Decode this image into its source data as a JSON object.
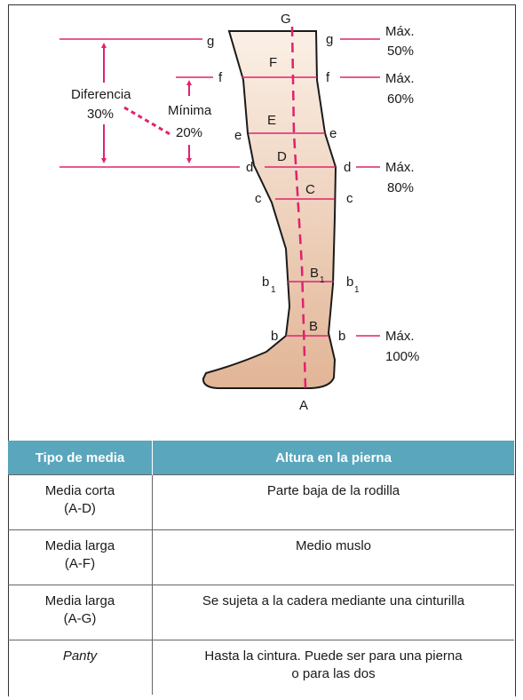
{
  "diagram": {
    "top_label": "G",
    "bottom_label": "A",
    "segment_labels": [
      "F",
      "E",
      "D",
      "C",
      "B",
      "B"
    ],
    "b1_subscript": "1",
    "left_letters": {
      "g": "g",
      "f": "f",
      "e": "e",
      "d": "d",
      "c": "c",
      "b1": "b",
      "b": "b"
    },
    "right_letters": {
      "g": "g",
      "f": "f",
      "e": "e",
      "d": "d",
      "c": "c",
      "b1": "b",
      "b": "b"
    },
    "max_labels": [
      {
        "line1": "Máx.",
        "line2": "50%"
      },
      {
        "line1": "Máx.",
        "line2": "60%"
      },
      {
        "line1": "Máx.",
        "line2": "80%"
      },
      {
        "line1": "Máx.",
        "line2": "100%"
      }
    ],
    "diferencia_label": "Diferencia",
    "diferencia_value": "30%",
    "minima_label": "Mínima",
    "minima_value": "20%",
    "colors": {
      "magenta": "#e0226e",
      "leg_top": "#fbf0e6",
      "leg_bottom": "#e2b596",
      "header": "#5aa6bd"
    }
  },
  "table": {
    "headers": [
      "Tipo de media",
      "Altura en la pierna"
    ],
    "rows": [
      {
        "type_line1": "Media corta",
        "type_line2": "(A-D)",
        "height_line1": "Parte baja de la rodilla",
        "height_line2": ""
      },
      {
        "type_line1": "Media larga",
        "type_line2": "(A-F)",
        "height_line1": "Medio muslo",
        "height_line2": ""
      },
      {
        "type_line1": "Media larga",
        "type_line2": "(A-G)",
        "height_line1": "Se sujeta a la cadera mediante una cinturilla",
        "height_line2": ""
      },
      {
        "type_line1": "Panty",
        "type_line2": "",
        "height_line1": "Hasta la cintura. Puede ser para una pierna",
        "height_line2": "o para las dos"
      }
    ]
  }
}
